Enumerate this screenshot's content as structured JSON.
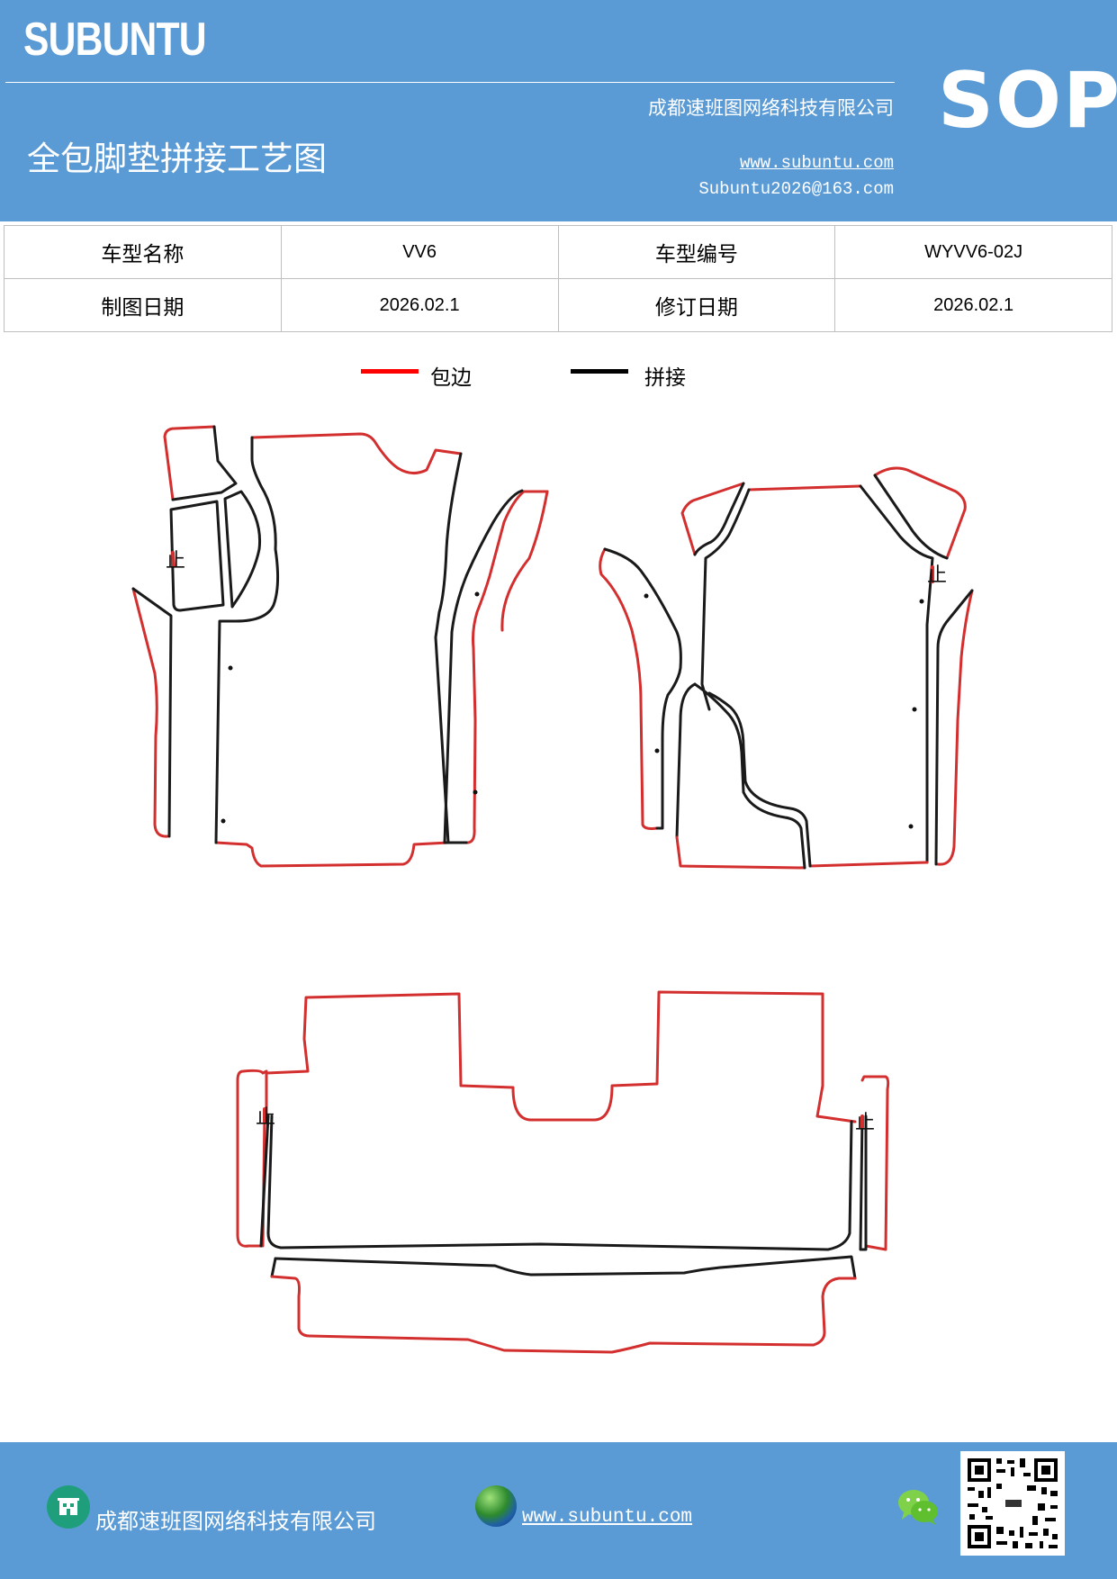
{
  "header": {
    "brand": "SUBUNTU",
    "company": "成都速班图网络科技有限公司",
    "title": "全包脚垫拼接工艺图",
    "website": "www.subuntu.com",
    "email": "Subuntu2026@163.com",
    "badge": "SOP"
  },
  "info_table": {
    "row1": {
      "label1": "车型名称",
      "value1": "VV6",
      "label2": "车型编号",
      "value2": "WYVV6-02J"
    },
    "row2": {
      "label1": "制图日期",
      "value1": "2026.02.1",
      "label2": "修订日期",
      "value2": "2026.02.1"
    }
  },
  "legend": {
    "items": [
      {
        "label": "包边",
        "color": "#ff0000"
      },
      {
        "label": "拼接",
        "color": "#000000"
      }
    ]
  },
  "diagram": {
    "stop_mark": "止",
    "edge_color": "#d32f2f",
    "seam_color": "#1a1a1a"
  },
  "footer": {
    "company": "成都速班图网络科技有限公司",
    "website": "www.subuntu.com",
    "icons": [
      "building-icon",
      "globe-icon",
      "wechat-icon",
      "qr-code"
    ]
  }
}
